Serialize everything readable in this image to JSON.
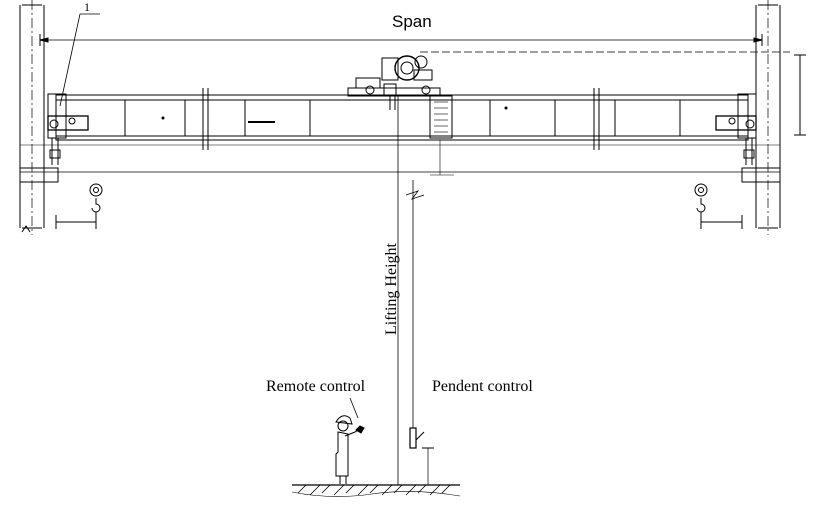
{
  "labels": {
    "span": "Span",
    "lifting_height": "Lifting Height",
    "remote_control": "Remote control",
    "pendent_control": "Pendent control",
    "callout_number": "1"
  },
  "colors": {
    "line": "#000000",
    "background": "#ffffff",
    "hatch": "#000000"
  }
}
